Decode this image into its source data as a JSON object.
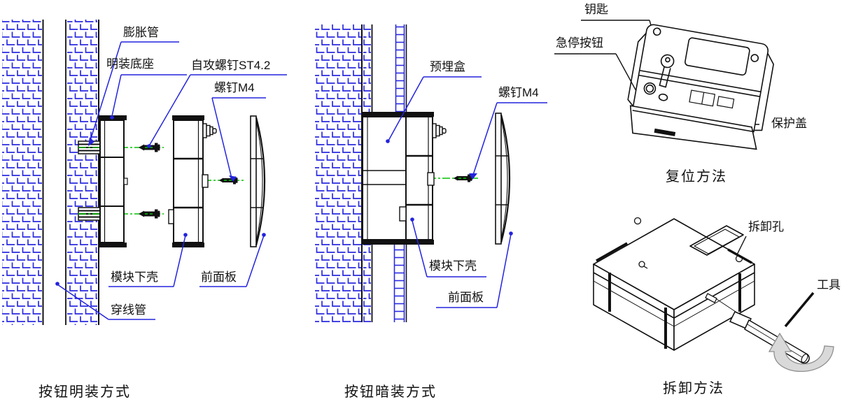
{
  "colors": {
    "leader_blue": "#2323dd",
    "hatch_blue": "#2a2ae0",
    "centerline_green": "#00c300",
    "line_black": "#111111",
    "rotation_arrow_fill": "#d9d9d9",
    "rotation_arrow_stroke": "#8f8f8f"
  },
  "diagrams": {
    "surface_mount": {
      "caption": "按钮明装方式",
      "labels": {
        "expansion_tube": "膨胀管",
        "surface_base": "明装底座",
        "self_tapping_screw": "自攻螺钉ST4.2",
        "screw_m4": "螺钉M4",
        "module_shell": "模块下壳",
        "front_panel": "前面板",
        "conduit": "穿线管"
      }
    },
    "flush_mount": {
      "caption": "按钮暗装方式",
      "labels": {
        "embedded_box": "预埋盒",
        "screw_m4": "螺钉M4",
        "module_shell": "模块下壳",
        "front_panel": "前面板"
      }
    },
    "reset_method": {
      "caption": "复位方法",
      "labels": {
        "key": "钥匙",
        "emergency_stop_button": "急停按钮",
        "protective_cover": "保护盖"
      }
    },
    "removal_method": {
      "caption": "拆卸方法",
      "labels": {
        "removal_hole": "拆卸孔",
        "tool": "工具"
      }
    }
  }
}
